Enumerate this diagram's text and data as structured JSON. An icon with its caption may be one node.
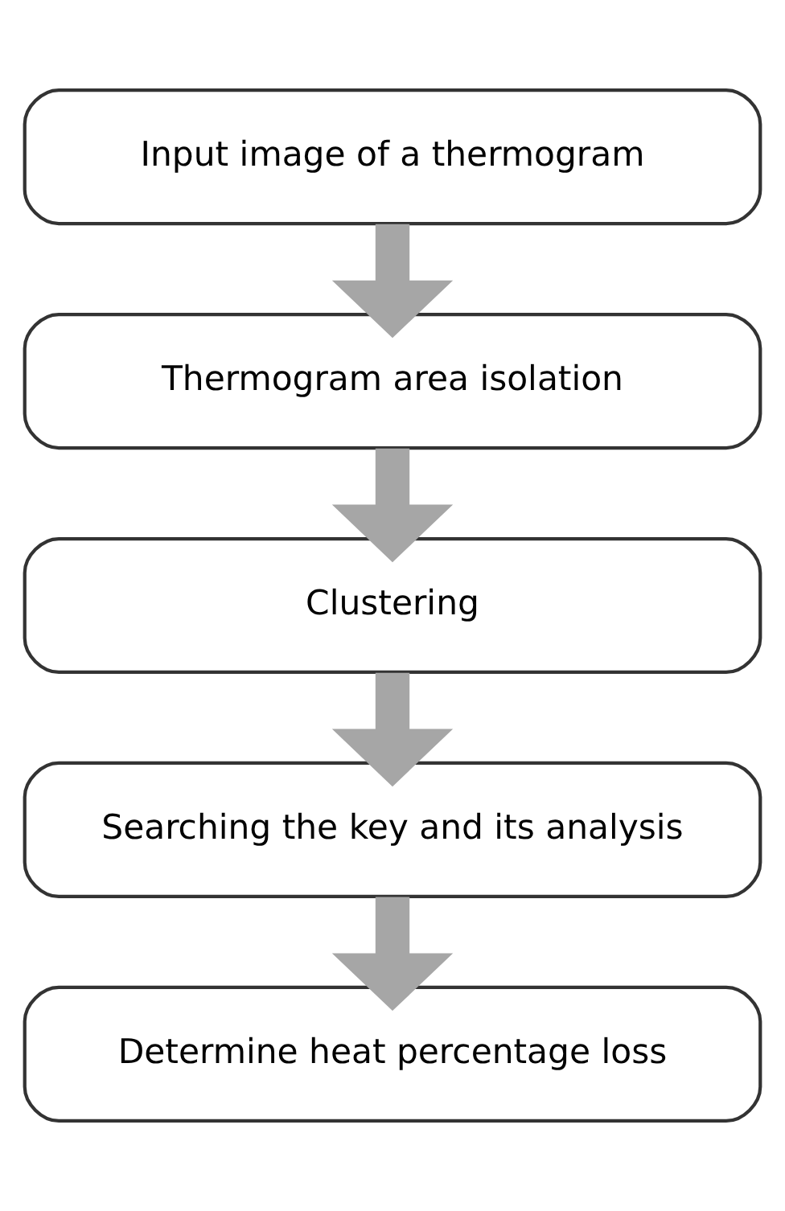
{
  "diagram": {
    "nodes": [
      {
        "text": [
          "Input image of a thermogram"
        ]
      },
      {
        "text": [
          "Thermogram area isolation"
        ]
      },
      {
        "text": [
          "Clustering"
        ]
      },
      {
        "text": [
          "Searching the key and its analysis"
        ]
      },
      {
        "text": [
          "Determine heat percentage loss"
        ]
      }
    ],
    "edges": [
      {
        "from": 0,
        "to": 1,
        "arrow": "to"
      },
      {
        "from": 1,
        "to": 2,
        "arrow": "to"
      },
      {
        "from": 2,
        "to": 3,
        "arrow": "to"
      },
      {
        "from": 3,
        "to": 4,
        "arrow": "to"
      }
    ]
  }
}
